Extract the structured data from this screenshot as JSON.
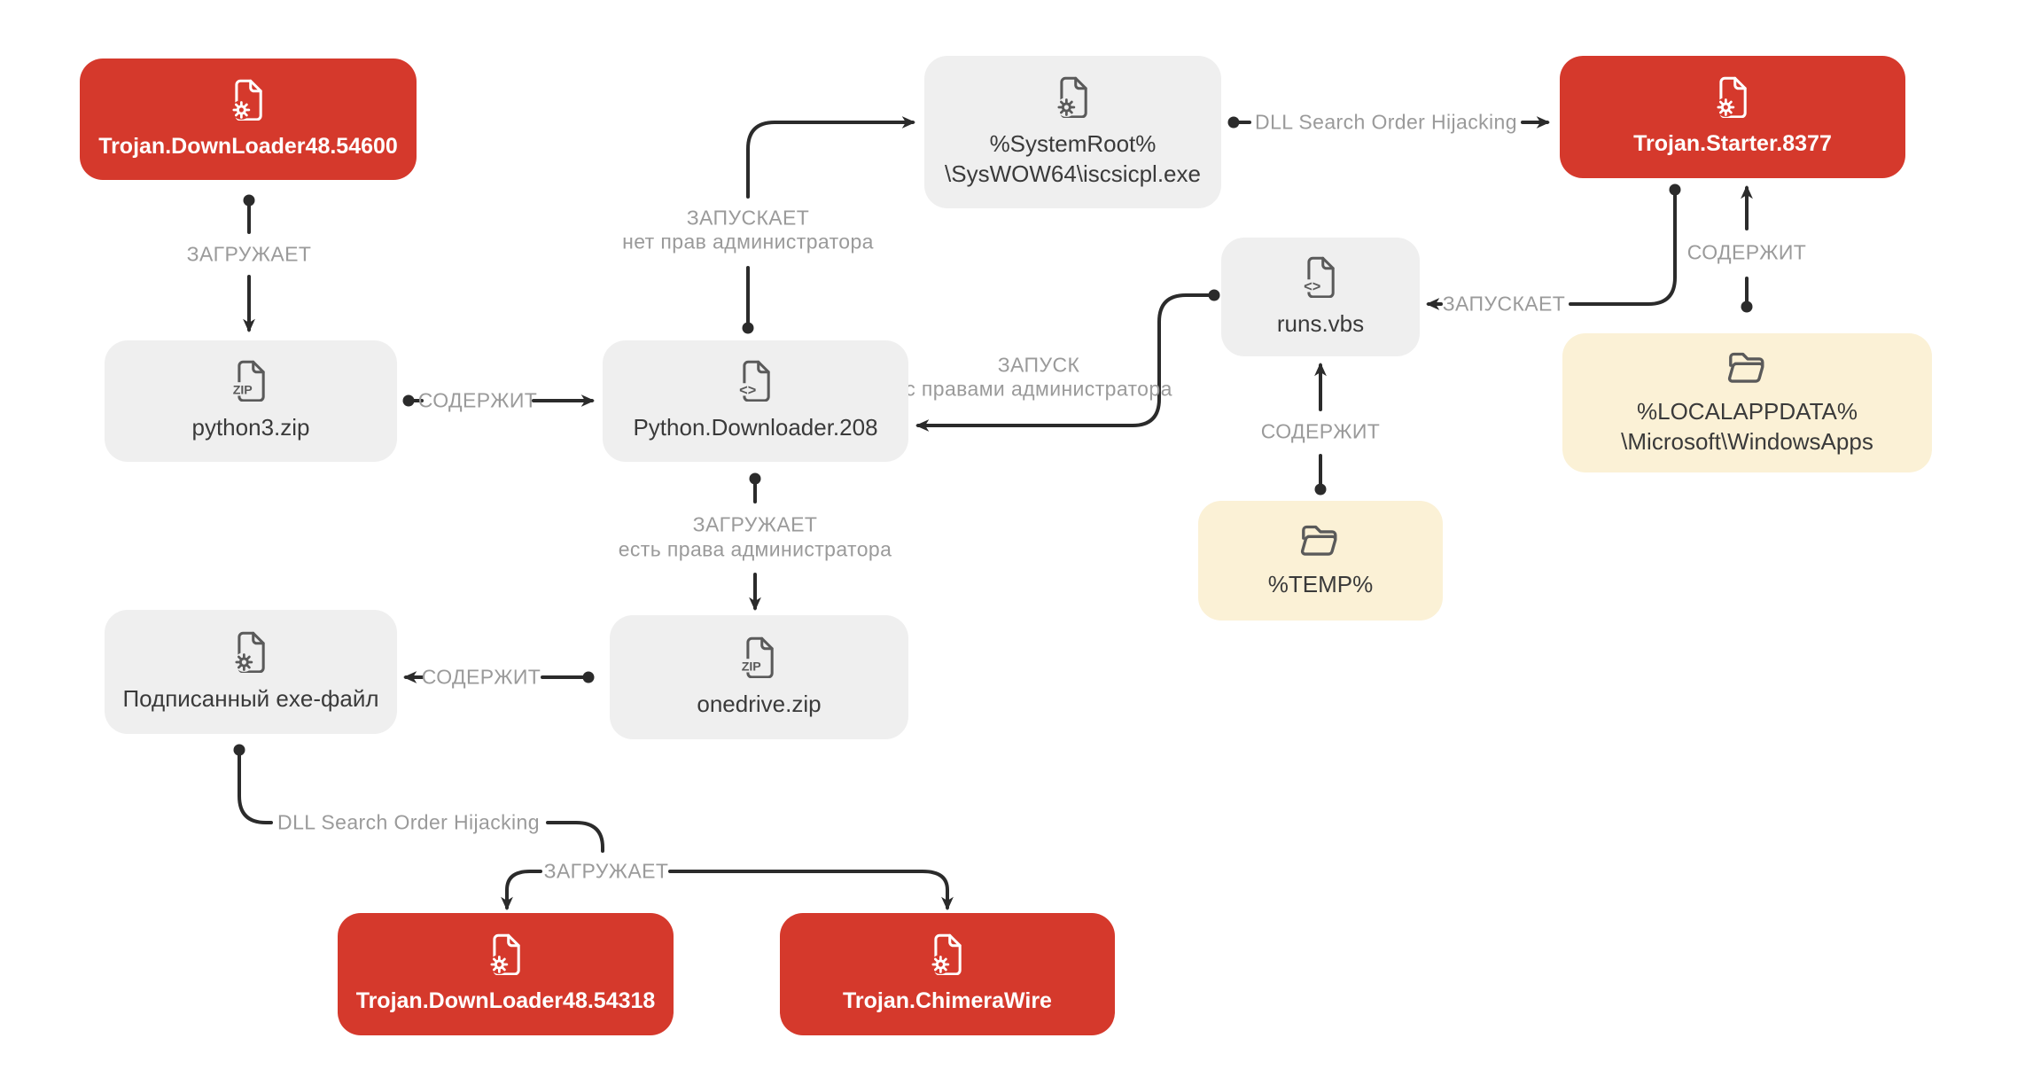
{
  "palette": {
    "red": "#D5392C",
    "gray": "#EFEFEF",
    "yellow": "#FBF1D6",
    "line": "#2B2B2B",
    "label": "#9A9A9A",
    "text": "#3A3A3A",
    "bg": "#FFFFFF"
  },
  "nodes": {
    "downloader54600": {
      "label": "Trojan.DownLoader48.54600",
      "icon": "exe-file-icon"
    },
    "python3zip": {
      "label": "python3.zip",
      "icon": "zip-file-icon"
    },
    "pythondownloader208": {
      "label": "Python.Downloader.208",
      "icon": "code-file-icon"
    },
    "iscsicpl": {
      "line1": "%SystemRoot%",
      "line2": "\\SysWOW64\\iscsicpl.exe",
      "icon": "exe-file-icon"
    },
    "starter8377": {
      "label": "Trojan.Starter.8377",
      "icon": "exe-file-icon"
    },
    "runsvbs": {
      "label": "runs.vbs",
      "icon": "code-file-icon"
    },
    "temp": {
      "label": "%TEMP%",
      "icon": "folder-icon"
    },
    "localappdata": {
      "line1": "%LOCALAPPDATA%",
      "line2": "\\Microsoft\\WindowsApps",
      "icon": "folder-icon"
    },
    "signedexe": {
      "label": "Подписанный exe-файл",
      "icon": "exe-file-icon"
    },
    "onedrivezip": {
      "label": "onedrive.zip",
      "icon": "zip-file-icon"
    },
    "downloader54318": {
      "label": "Trojan.DownLoader48.54318",
      "icon": "exe-file-icon"
    },
    "chimerawire": {
      "label": "Trojan.ChimeraWire",
      "icon": "exe-file-icon"
    }
  },
  "edges": {
    "downloads1": {
      "label": "ЗАГРУЖАЕТ"
    },
    "contains_python3zip": {
      "label": "СОДЕРЖИТ"
    },
    "launches_noadmin": {
      "label": "ЗАПУСКАЕТ",
      "sublabel": "нет прав администратора"
    },
    "dll_hijack_top": {
      "label": "DLL Search Order Hijacking"
    },
    "launches_runsvbs": {
      "label": "ЗАПУСКАЕТ"
    },
    "contains_starter": {
      "label": "СОДЕРЖИТ"
    },
    "contains_runsvbs": {
      "label": "СОДЕРЖИТ"
    },
    "run_admin": {
      "label": "ЗАПУСК",
      "sublabel": "с правами администратора"
    },
    "downloads_admin": {
      "label": "ЗАГРУЖАЕТ",
      "sublabel": "есть права администратора"
    },
    "contains_signedexe": {
      "label": "СОДЕРЖИТ"
    },
    "dll_hijack_bottom": {
      "label": "DLL Search Order Hijacking"
    },
    "downloads2": {
      "label": "ЗАГРУЖАЕТ"
    }
  }
}
